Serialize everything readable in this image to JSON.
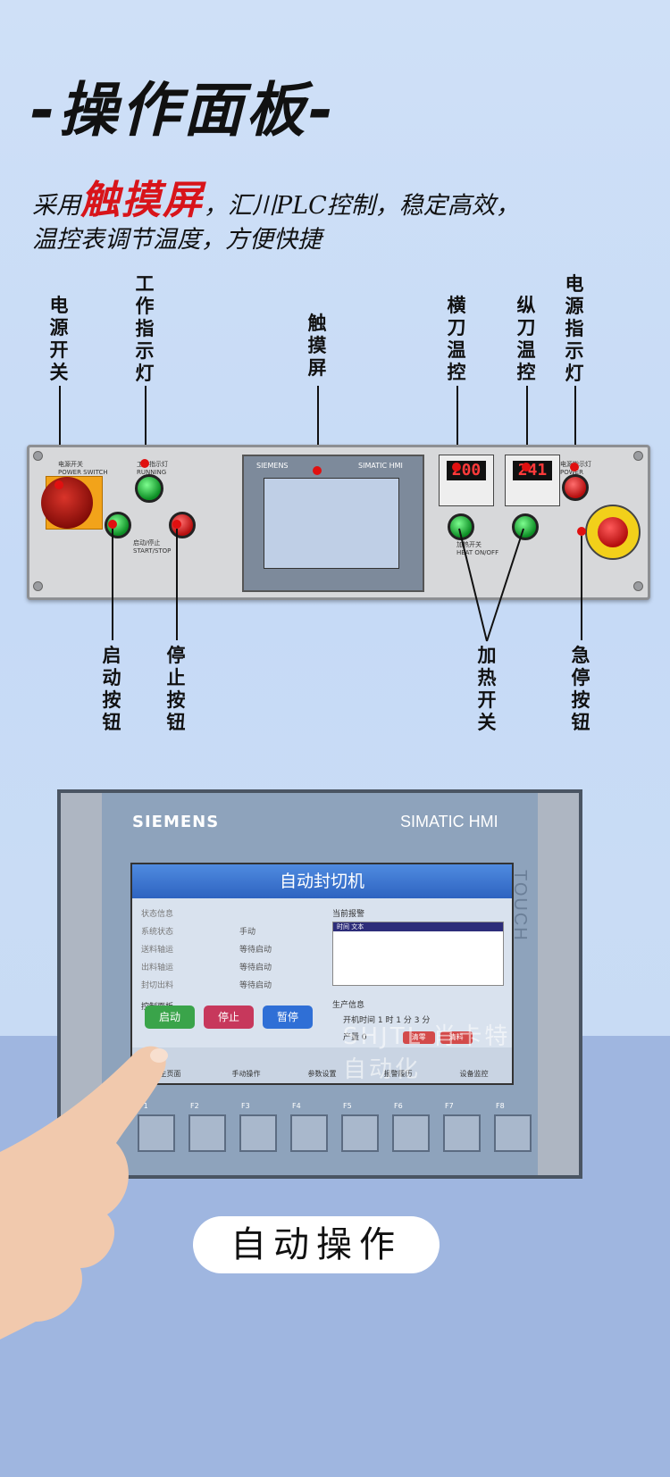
{
  "title": "-操作面板-",
  "intro": {
    "line1_pre": "采用",
    "line1_highlight": "触摸屏",
    "line1_post": "，汇川PLC控制，稳定高效，",
    "line2": "温控表调节温度，方便快捷"
  },
  "labels": {
    "power_switch": "电源开关",
    "work_light": "工作指示灯",
    "touch_screen": "触摸屏",
    "horiz_temp": "横刀温控",
    "vert_temp": "纵刀温控",
    "power_light": "电源指示灯",
    "start_button": "启动按钮",
    "stop_button": "停止按钮",
    "heat_switch": "加热开关",
    "estop_button": "急停按钮"
  },
  "panel": {
    "switch_tag": "电源开关\nPOWER SWITCH",
    "work_tag": "工作指示灯\nRUNNING",
    "start_stop_tag": "启动/停止\nSTART/STOP",
    "heat_tag": "加热开关\nHEAT ON/OFF",
    "power_tag": "电源指示灯\nPOWER",
    "horiz_display": "200",
    "vert_display": "241",
    "small_siemens": "SIEMENS",
    "small_simatic": "SIMATIC HMI"
  },
  "hmi": {
    "brand": "SIEMENS",
    "model": "SIMATIC HMI",
    "touch": "TOUCH",
    "screen_title": "自动封切机",
    "status_rows": [
      {
        "key": "状态信息",
        "value": ""
      },
      {
        "key": "系统状态",
        "value": "手动"
      },
      {
        "key": "送料轴运",
        "value": "等待启动"
      },
      {
        "key": "出料轴运",
        "value": "等待启动"
      },
      {
        "key": "封切出料",
        "value": "等待启动"
      }
    ],
    "control_title": "控制面板",
    "buttons": {
      "start": "启动",
      "stop": "停止",
      "pause": "暂停"
    },
    "alarm_title": "当前报警",
    "alarm_header": "时间      文本",
    "prod_title": "生产信息",
    "run_time": "开机时间  1  时  1  分  3  分",
    "output_label": "产量  0",
    "clear": "清零",
    "feed": "清料",
    "nav": [
      "主页面",
      "手动操作",
      "参数设置",
      "报警履历",
      "设备监控"
    ],
    "fkeys": [
      "F1",
      "F2",
      "F3",
      "F4",
      "F5",
      "F6",
      "F7",
      "F8"
    ],
    "watermark": "SHJTL 肖卡特自动化"
  },
  "caption": "自动操作"
}
